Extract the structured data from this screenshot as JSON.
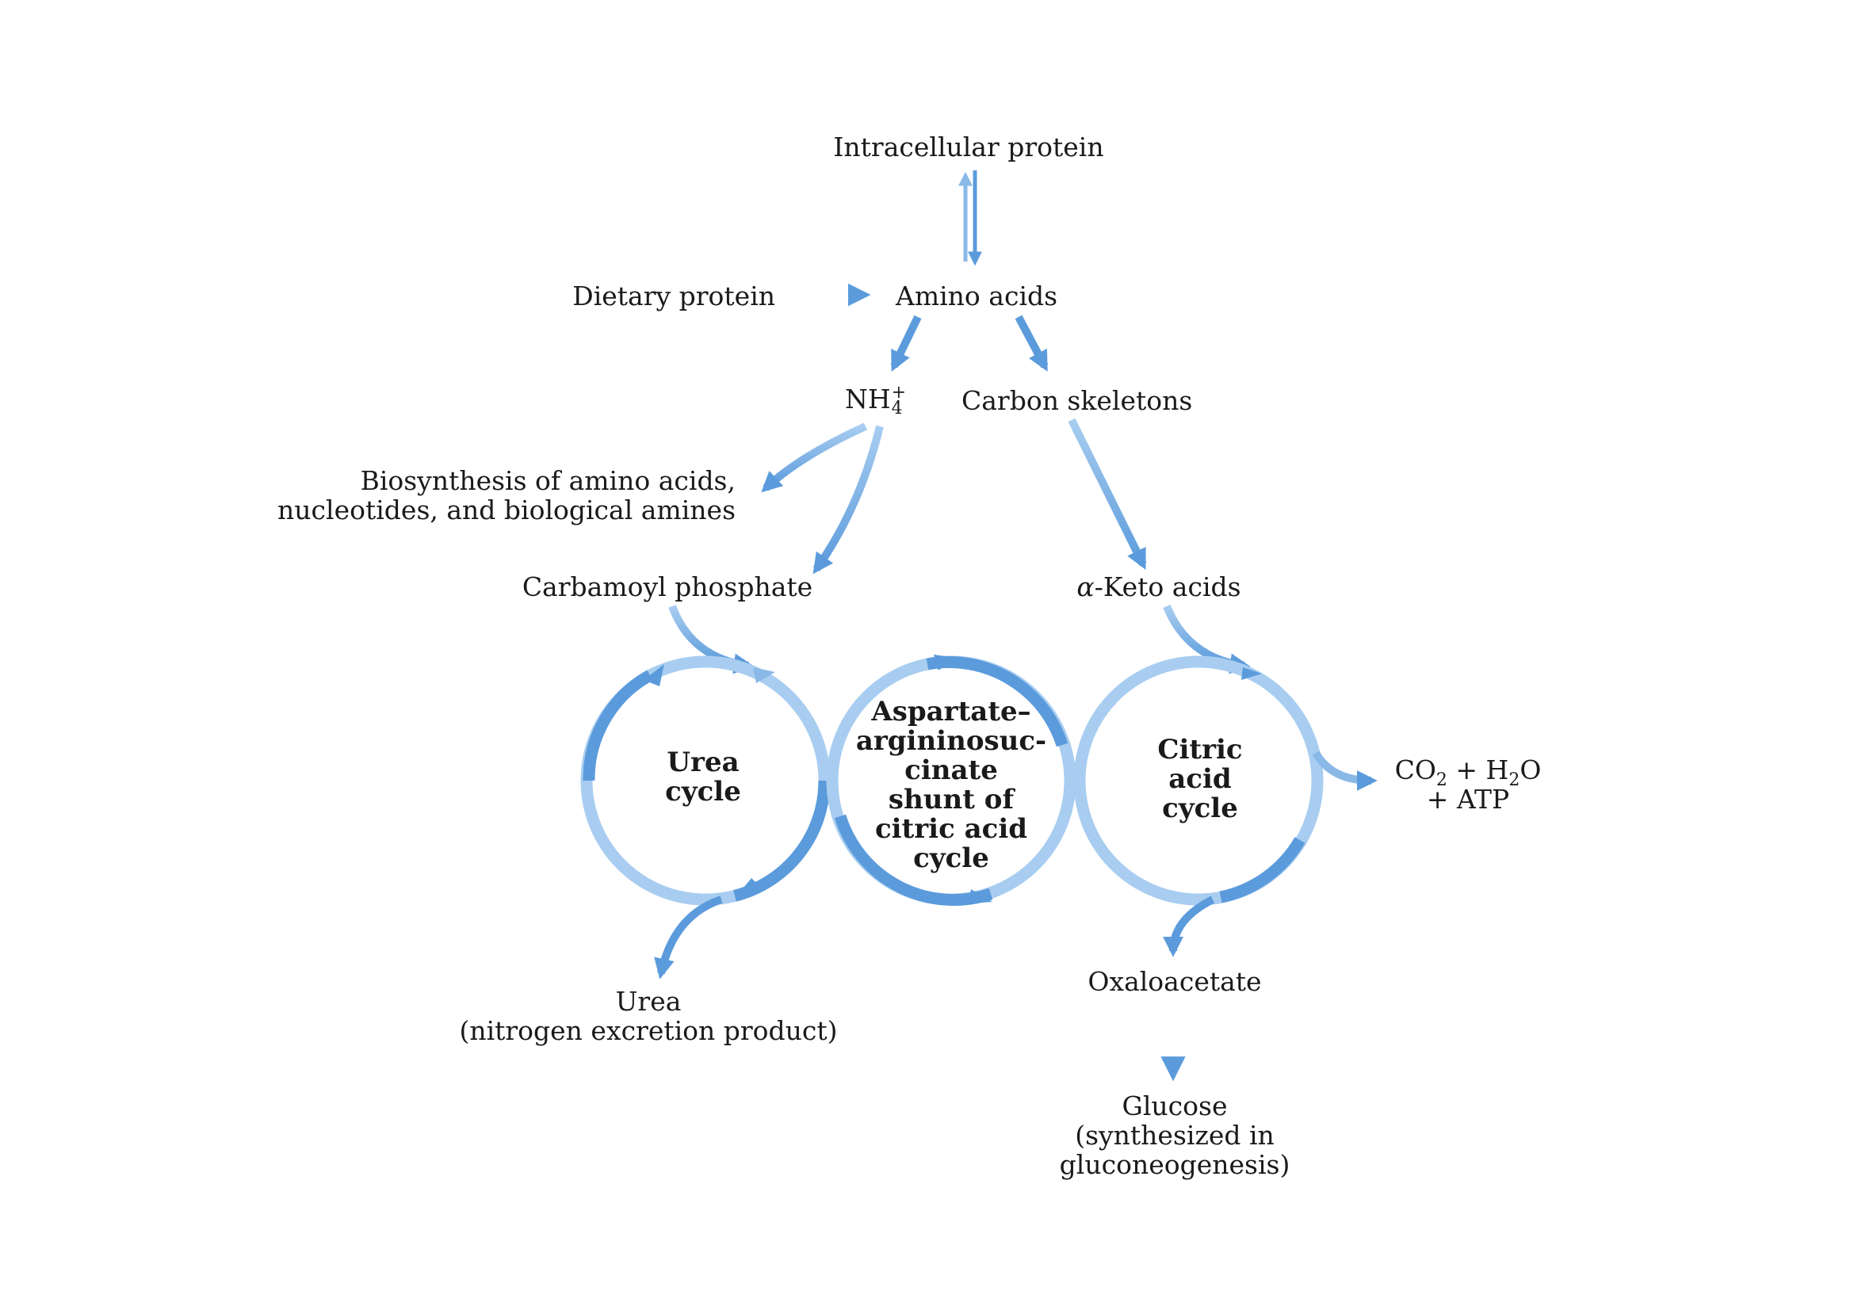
{
  "labels": {
    "intracellular_protein": "Intracellular protein",
    "dietary_protein": "Dietary protein",
    "amino_acids": "Amino acids",
    "ammonium": {
      "base": "NH",
      "superscript": "+",
      "subscript": "4"
    },
    "carbon_skeletons": "Carbon skeletons",
    "biosynthesis": [
      "Biosynthesis of amino acids,",
      "nucleotides, and biological amines"
    ],
    "carbamoyl_phosphate": "Carbamoyl phosphate",
    "keto_acids": {
      "alpha": "α",
      "rest": "-Keto acids"
    },
    "urea_cycle": [
      "Urea",
      "cycle"
    ],
    "shunt": [
      "Aspartate–",
      "argininosuc-",
      "cinate",
      "shunt of",
      "citric acid",
      "cycle"
    ],
    "citric_acid_cycle": [
      "Citric",
      "acid",
      "cycle"
    ],
    "products": {
      "line1": {
        "co": "CO",
        "co_sub": "2",
        "mid": " + H",
        "h_sub": "2",
        "o": "O"
      },
      "line2": "+ ATP"
    },
    "urea": [
      "Urea",
      "(nitrogen excretion product)"
    ],
    "oxaloacetate": "Oxaloacetate",
    "glucose": [
      "Glucose",
      "(synthesized in",
      "gluconeogenesis)"
    ]
  },
  "colors": {
    "arrow_dark": "#5b9bdc",
    "arrow_light": "#a8cdf0",
    "text": "#1a1a1a"
  },
  "icons": [
    "arrow-icon",
    "cycle-icon"
  ]
}
